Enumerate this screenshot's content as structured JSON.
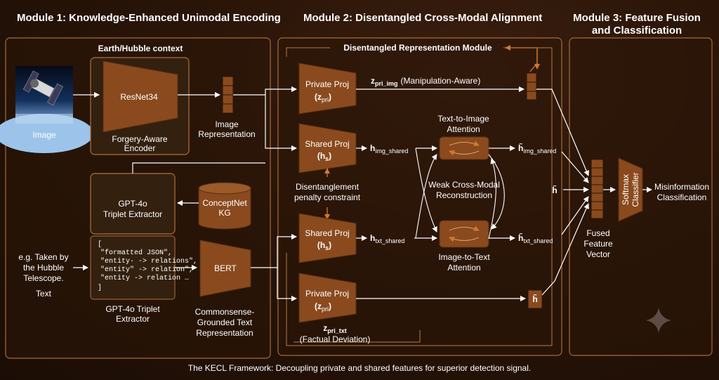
{
  "modules": {
    "m1_title": "Module 1: Knowledge-Enhanced Unimodal Encoding",
    "m2_title": "Module 2: Disentangled Cross-Modal Alignment",
    "m3_title_line1": "Module 3: Feature Fusion",
    "m3_title_line2": "and Classification"
  },
  "m1": {
    "context_label": "Earth/Hubble context",
    "image_label": "Image",
    "resnet_label": "ResNet34",
    "encoder_line1": "Forgery-Aware",
    "encoder_line2": "Encoder",
    "img_repr_line1": "Image",
    "img_repr_line2": "Representation",
    "gpt_line1": "GPT-4o",
    "gpt_line2": "Triplet Extractor",
    "conceptnet_line1": "ConceptNet",
    "conceptnet_line2": "KG",
    "json_lines": [
      "[",
      "\"formatted JSON\",",
      "\"entity· -> relations\",",
      "\"entity\" -> relation\",",
      "\"entity -> relation …",
      "]"
    ],
    "gpt_caption_line1": "GPT-4o Triplet",
    "gpt_caption_line2": "Extractor",
    "text_example_line1": "e.g. Taken by",
    "text_example_line2": "the Hubble",
    "text_example_line3": "Telescope.",
    "text_label": "Text",
    "bert_label": "BERT",
    "text_repr_line1": "Commonsense-",
    "text_repr_line2": "Grounded Text",
    "text_repr_line3": "Representation"
  },
  "m2": {
    "drm_title": "Disentangled Representation Module",
    "private_proj": "Private Proj",
    "shared_proj": "Shared Proj",
    "z_pri": "z",
    "z_pri_sub": "pri",
    "h_s": "h",
    "h_s_sub": "s",
    "zpri_img_main": "z",
    "zpri_img_sub": "pri_img",
    "zpri_img_desc": "(Manipulation-Aware)",
    "h_img_shared": "h",
    "h_img_shared_sub": "img_shared",
    "h_txt_shared": "h",
    "h_txt_shared_sub": "txt_shared",
    "t2i_line1": "Text-to-Image",
    "t2i_line2": "Attention",
    "i2t_line1": "Image-to-Text",
    "i2t_line2": "Attention",
    "weak_line1": "Weak Cross-Modal",
    "weak_line2": "Reconstruction",
    "penalty_line1": "Disentanglement",
    "penalty_line2": "penalty constraint",
    "htilde_img": "h̃",
    "htilde_img_sub": "img_shared",
    "htilde_txt": "h̃",
    "htilde_txt_sub": "txt_shared",
    "zpri_txt_main": "z",
    "zpri_txt_sub": "pri_txt",
    "zpri_txt_desc": "(Factual Deviation)",
    "htilde_side": "h̃",
    "htilde_small": "h̃"
  },
  "m3": {
    "softmax_line1": "Softmax",
    "softmax_line2": "Classifier",
    "output_line1": "Misinformation",
    "output_line2": "Classification",
    "fused_line1": "Fused",
    "fused_line2": "Feature",
    "fused_line3": "Vector"
  },
  "caption": "The KECL Framework: Decoupling private and shared features for superior detection signal.",
  "colors": {
    "accent": "#c8742a",
    "block_fill": "#8a4a1e",
    "panel_stroke": "#a86a3a",
    "panel_fill": "#2d1809"
  }
}
